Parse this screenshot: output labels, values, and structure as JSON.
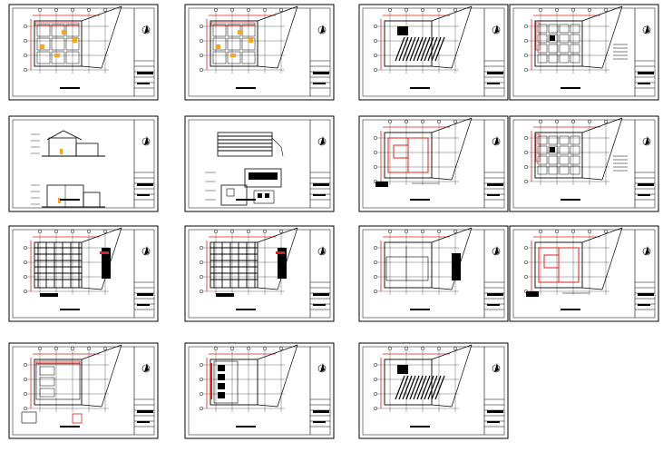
{
  "sheet_count": 15,
  "layout": {
    "rows": 4,
    "columns": 4,
    "last_row_sheets": 3
  },
  "drawing_colors": {
    "line": "#000000",
    "accent": "#e0201a",
    "fill": "#f5a623",
    "paper": "#ffffff"
  },
  "sheets": [
    {
      "kind": "plan-colored"
    },
    {
      "kind": "plan-colored"
    },
    {
      "kind": "plan-hatched"
    },
    {
      "kind": "plan-detailed"
    },
    {
      "kind": "section"
    },
    {
      "kind": "elevation"
    },
    {
      "kind": "plan-red"
    },
    {
      "kind": "plan-detailed"
    },
    {
      "kind": "ceiling-grid"
    },
    {
      "kind": "ceiling-grid"
    },
    {
      "kind": "plan-sparse"
    },
    {
      "kind": "plan-red"
    },
    {
      "kind": "plan-detail-red"
    },
    {
      "kind": "plan-small"
    },
    {
      "kind": "plan-hatched"
    }
  ]
}
